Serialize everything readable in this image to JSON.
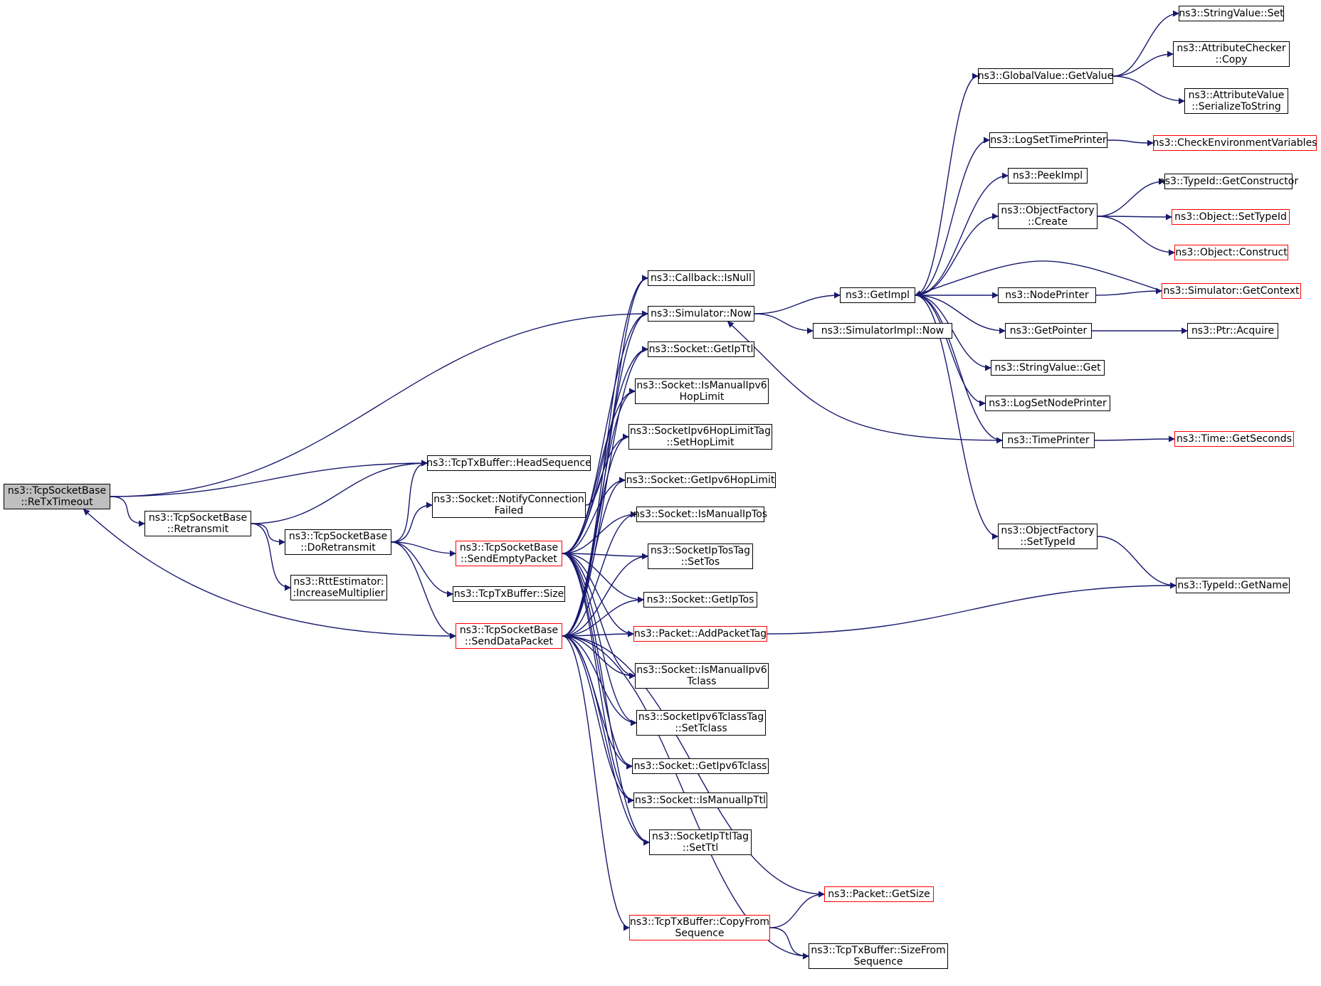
{
  "colors": {
    "edge": "#191970",
    "border": "#000000",
    "truncated_border": "#ff0000",
    "root_fill": "#bfbfbf"
  },
  "nodes": [
    {
      "id": "retx",
      "lines": [
        "ns3::TcpSocketBase",
        "::ReTxTimeout"
      ],
      "style": "root"
    },
    {
      "id": "retransmit",
      "lines": [
        "ns3::TcpSocketBase",
        "::Retransmit"
      ]
    },
    {
      "id": "doretransmit",
      "lines": [
        "ns3::TcpSocketBase",
        "::DoRetransmit"
      ]
    },
    {
      "id": "rttinc",
      "lines": [
        "ns3::RttEstimator:",
        ":IncreaseMultiplier"
      ]
    },
    {
      "id": "headseq",
      "lines": [
        "ns3::TcpTxBuffer::HeadSequence"
      ]
    },
    {
      "id": "notifyfailed",
      "lines": [
        "ns3::Socket::NotifyConnection",
        "Failed"
      ]
    },
    {
      "id": "sendempty",
      "lines": [
        "ns3::TcpSocketBase",
        "::SendEmptyPacket"
      ],
      "style": "red"
    },
    {
      "id": "txsize",
      "lines": [
        "ns3::TcpTxBuffer::Size"
      ]
    },
    {
      "id": "senddata",
      "lines": [
        "ns3::TcpSocketBase",
        "::SendDataPacket"
      ],
      "style": "red"
    },
    {
      "id": "isnull",
      "lines": [
        "ns3::Callback::IsNull"
      ]
    },
    {
      "id": "simnow",
      "lines": [
        "ns3::Simulator::Now"
      ]
    },
    {
      "id": "getipttl",
      "lines": [
        "ns3::Socket::GetIpTtl"
      ]
    },
    {
      "id": "ismanhop",
      "lines": [
        "ns3::Socket::IsManualIpv6",
        "HopLimit"
      ]
    },
    {
      "id": "sethoplimit",
      "lines": [
        "ns3::SocketIpv6HopLimitTag",
        "::SetHopLimit"
      ]
    },
    {
      "id": "gethoplimit",
      "lines": [
        "ns3::Socket::GetIpv6HopLimit"
      ]
    },
    {
      "id": "ismantos",
      "lines": [
        "ns3::Socket::IsManualIpTos"
      ]
    },
    {
      "id": "settos",
      "lines": [
        "ns3::SocketIpTosTag",
        "::SetTos"
      ]
    },
    {
      "id": "getiptos",
      "lines": [
        "ns3::Socket::GetIpTos"
      ]
    },
    {
      "id": "addtag",
      "lines": [
        "ns3::Packet::AddPacketTag"
      ],
      "style": "red"
    },
    {
      "id": "ismantclass",
      "lines": [
        "ns3::Socket::IsManualIpv6",
        "Tclass"
      ]
    },
    {
      "id": "settclass",
      "lines": [
        "ns3::SocketIpv6TclassTag",
        "::SetTclass"
      ]
    },
    {
      "id": "gettclass",
      "lines": [
        "ns3::Socket::GetIpv6Tclass"
      ]
    },
    {
      "id": "ismanttl",
      "lines": [
        "ns3::Socket::IsManualIpTtl"
      ]
    },
    {
      "id": "setttl",
      "lines": [
        "ns3::SocketIpTtlTag",
        "::SetTtl"
      ]
    },
    {
      "id": "pktsize",
      "lines": [
        "ns3::Packet::GetSize"
      ],
      "style": "red"
    },
    {
      "id": "copyfrom",
      "lines": [
        "ns3::TcpTxBuffer::CopyFrom",
        "Sequence"
      ],
      "style": "red"
    },
    {
      "id": "sizefrom",
      "lines": [
        "ns3::TcpTxBuffer::SizeFrom",
        "Sequence"
      ]
    },
    {
      "id": "getimpl",
      "lines": [
        "ns3::GetImpl"
      ]
    },
    {
      "id": "simimplnow",
      "lines": [
        "ns3::SimulatorImpl::Now"
      ]
    },
    {
      "id": "gvget",
      "lines": [
        "ns3::GlobalValue::GetValue"
      ]
    },
    {
      "id": "logtime",
      "lines": [
        "ns3::LogSetTimePrinter"
      ]
    },
    {
      "id": "peekimpl",
      "lines": [
        "ns3::PeekImpl"
      ]
    },
    {
      "id": "ofcreate",
      "lines": [
        "ns3::ObjectFactory",
        "::Create"
      ]
    },
    {
      "id": "nodeprinter",
      "lines": [
        "ns3::NodePrinter"
      ]
    },
    {
      "id": "getpointer",
      "lines": [
        "ns3::GetPointer"
      ]
    },
    {
      "id": "strget",
      "lines": [
        "ns3::StringValue::Get"
      ]
    },
    {
      "id": "lognode",
      "lines": [
        "ns3::LogSetNodePrinter"
      ]
    },
    {
      "id": "timeprinter",
      "lines": [
        "ns3::TimePrinter"
      ]
    },
    {
      "id": "ofsettype",
      "lines": [
        "ns3::ObjectFactory",
        "::SetTypeId"
      ]
    },
    {
      "id": "strset",
      "lines": [
        "ns3::StringValue::Set"
      ]
    },
    {
      "id": "accopy",
      "lines": [
        "ns3::AttributeChecker",
        "::Copy"
      ]
    },
    {
      "id": "avser",
      "lines": [
        "ns3::AttributeValue",
        "::SerializeToString"
      ]
    },
    {
      "id": "checkenv",
      "lines": [
        "ns3::CheckEnvironmentVariables"
      ],
      "style": "red"
    },
    {
      "id": "getctor",
      "lines": [
        "ns3::TypeId::GetConstructor"
      ]
    },
    {
      "id": "objsettype",
      "lines": [
        "ns3::Object::SetTypeId"
      ],
      "style": "red"
    },
    {
      "id": "objconstruct",
      "lines": [
        "ns3::Object::Construct"
      ],
      "style": "red"
    },
    {
      "id": "getcontext",
      "lines": [
        "ns3::Simulator::GetContext"
      ],
      "style": "red"
    },
    {
      "id": "ptracquire",
      "lines": [
        "ns3::Ptr::Acquire"
      ]
    },
    {
      "id": "getseconds",
      "lines": [
        "ns3::Time::GetSeconds"
      ],
      "style": "red"
    },
    {
      "id": "getname",
      "lines": [
        "ns3::TypeId::GetName"
      ]
    }
  ]
}
